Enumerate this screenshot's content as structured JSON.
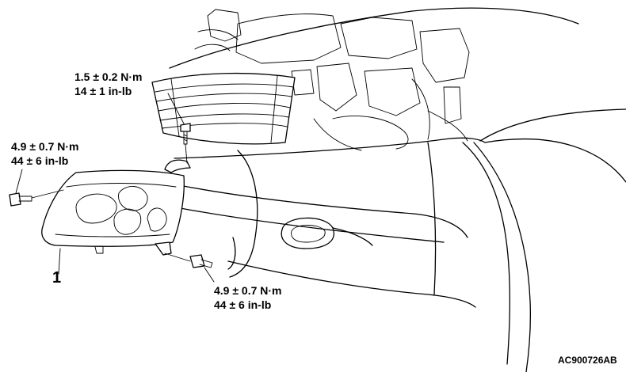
{
  "torque_labels": {
    "grille_bolt": {
      "nm": "1.5 ± 0.2 N·m",
      "inlb": "14 ± 1 in-lb"
    },
    "side_bolt": {
      "nm": "4.9 ± 0.7 N·m",
      "inlb": "44 ± 6 in-lb"
    },
    "lower_bolt": {
      "nm": "4.9 ± 0.7 N·m",
      "inlb": "44 ± 6 in-lb"
    }
  },
  "callout_number": "1",
  "diagram_code": "AC900726AB"
}
